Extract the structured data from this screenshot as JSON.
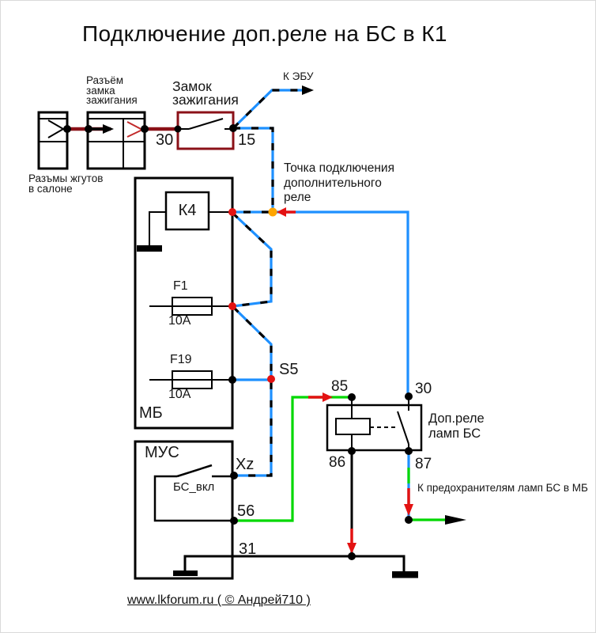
{
  "title": "Подключение доп.реле на БС в К1",
  "colors": {
    "wire-blue": "#1e90ff",
    "wire-green": "#00d800",
    "wire-darkred": "#8b1118",
    "accent-red": "#e31212",
    "junction-orange": "#ffa500",
    "ink": "#000000"
  },
  "labels": {
    "salon_connectors": "Разъмы жгутов\nв салоне",
    "ignition_connector": "Разъём\nзамка\nзажигания",
    "ignition_lock": "Замок\nзажигания",
    "to_ecu": "К ЭБУ",
    "connection_point": "Точка подключения\nдополнительного\nреле",
    "mb_block": "МБ",
    "mus_block": "МУС",
    "k4": "К4",
    "bs_switch": "БС_вкл",
    "relay": "Доп.реле\nламп БС",
    "to_bs_fuses": "К предохранителям ламп БС в МБ",
    "credit": "www.lkforum.ru ( © Андрей710 )"
  },
  "fuses": {
    "f1": {
      "name": "F1",
      "rating": "10А"
    },
    "f19": {
      "name": "F19",
      "rating": "10А"
    }
  },
  "terminals": {
    "ignition_30": "30",
    "ignition_15": "15",
    "s5": "S5",
    "xz": "Xz",
    "t56": "56",
    "t31": "31",
    "relay_85": "85",
    "relay_30": "30",
    "relay_86": "86",
    "relay_87": "87"
  }
}
